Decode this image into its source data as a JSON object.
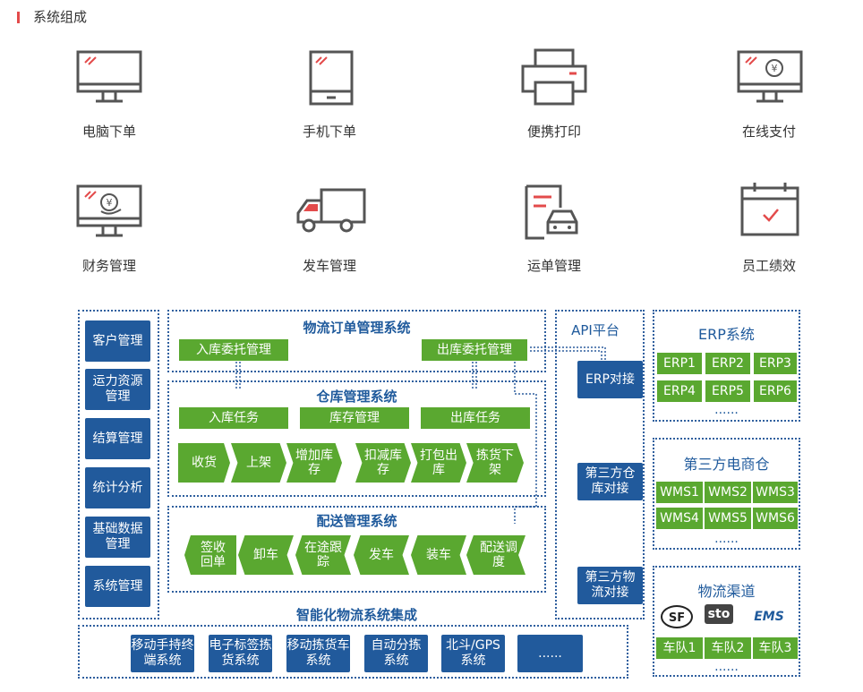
{
  "header": {
    "title": "系统组成"
  },
  "features": [
    {
      "label": "电脑下单",
      "icon": "computer-icon"
    },
    {
      "label": "手机下单",
      "icon": "tablet-icon"
    },
    {
      "label": "便携打印",
      "icon": "printer-icon"
    },
    {
      "label": "在线支付",
      "icon": "payment-monitor-icon"
    },
    {
      "label": "财务管理",
      "icon": "finance-monitor-icon"
    },
    {
      "label": "发车管理",
      "icon": "truck-icon"
    },
    {
      "label": "运单管理",
      "icon": "waybill-car-icon"
    },
    {
      "label": "员工绩效",
      "icon": "calendar-check-icon"
    }
  ],
  "left_menu": [
    "客户管理",
    "运力资源管理",
    "结算管理",
    "统计分析",
    "基础数据管理",
    "系统管理"
  ],
  "order_system": {
    "title": "物流订单管理系统",
    "inbound": "入库委托管理",
    "outbound": "出库委托管理"
  },
  "warehouse_system": {
    "title": "仓库管理系统",
    "tasks": [
      "入库任务",
      "库存管理",
      "出库任务"
    ],
    "steps": [
      "收货",
      "上架",
      "增加库存",
      "扣减库存",
      "打包出库",
      "拣货下架"
    ]
  },
  "delivery_system": {
    "title": "配送管理系统",
    "steps": [
      "签收回单",
      "卸车",
      "在途跟踪",
      "发车",
      "装车",
      "配送调度"
    ]
  },
  "integration": {
    "title": "智能化物流系统集成",
    "items": [
      "移动手持终端系统",
      "电子标签拣货系统",
      "移动拣货车系统",
      "自动分拣系统",
      "北斗/GPS系统",
      "......"
    ]
  },
  "api": {
    "title": "API平台",
    "items": [
      "ERP对接",
      "第三方仓库对接",
      "第三方物流对接"
    ]
  },
  "erp": {
    "title": "ERP系统",
    "items": [
      "ERP1",
      "ERP2",
      "ERP3",
      "ERP4",
      "ERP5",
      "ERP6"
    ],
    "more": "......"
  },
  "ecommerce": {
    "title": "第三方电商仓",
    "items": [
      "WMS1",
      "WMS2",
      "WMS3",
      "WMS4",
      "WMS5",
      "WMS6"
    ],
    "more": "......"
  },
  "logistics": {
    "title": "物流渠道",
    "logos": [
      "SF",
      "sto",
      "EMS"
    ],
    "fleets": [
      "车队1",
      "车队2",
      "车队3"
    ],
    "more": "......"
  },
  "colors": {
    "blue": "#215a9c",
    "green": "#5aa830",
    "red": "#e34b4b",
    "icon_stroke": "#555555"
  }
}
